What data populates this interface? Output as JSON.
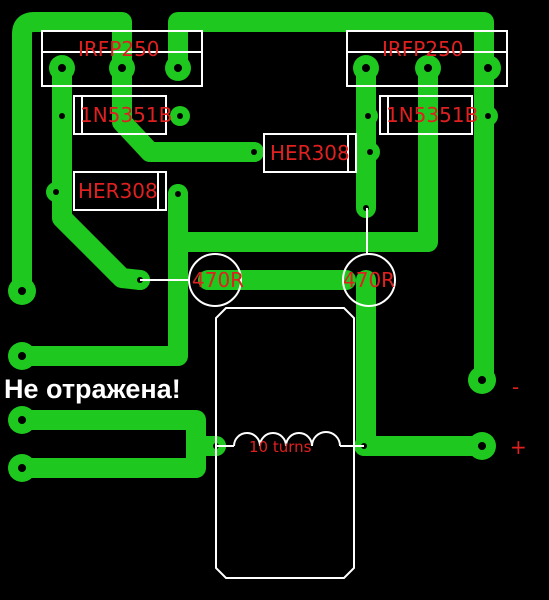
{
  "board": {
    "background": "#000000",
    "trace_color": "#1ec81e",
    "silk_color": "#ffffff",
    "label_color": "#e02020"
  },
  "labels": {
    "transistor_left": "IRFP250",
    "transistor_right": "IRFP250",
    "diode_left": "1N5351B",
    "diode_right": "1N5351B",
    "diode_center": "HER308",
    "diode_lower_left": "HER308",
    "resistor_left": "470R",
    "resistor_right": "470R",
    "coil": "10 turns",
    "warning": "Не отражена!",
    "terminal_minus": "-",
    "terminal_plus": "+"
  }
}
